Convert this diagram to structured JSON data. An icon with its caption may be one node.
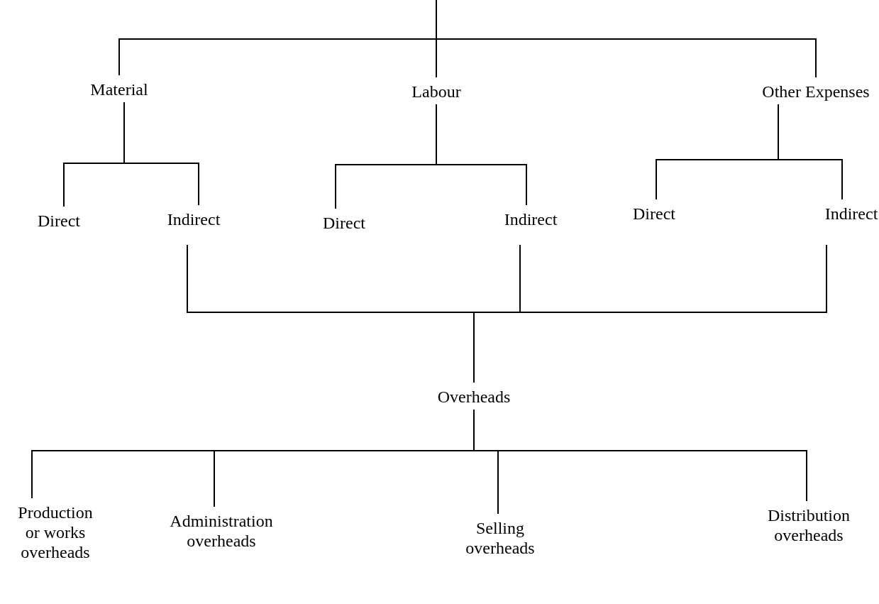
{
  "diagram": {
    "nodes": [
      {
        "text": [
          "Material"
        ]
      },
      {
        "text": [
          "Labour"
        ]
      },
      {
        "text": [
          "Other Expenses"
        ]
      },
      {
        "text": [
          "Direct"
        ]
      },
      {
        "text": [
          "Indirect"
        ]
      },
      {
        "text": [
          "Direct"
        ]
      },
      {
        "text": [
          "Indirect"
        ]
      },
      {
        "text": [
          "Direct"
        ]
      },
      {
        "text": [
          "Indirect"
        ]
      },
      {
        "text": [
          "Overheads"
        ]
      },
      {
        "text": [
          "Production or works overheads"
        ]
      },
      {
        "text": [
          "Administration overheads"
        ]
      },
      {
        "text": [
          "Selling overheads"
        ]
      },
      {
        "text": [
          "Distribution overheads"
        ]
      }
    ],
    "edges": [
      {
        "from": null,
        "to": 0,
        "arrow": "none"
      },
      {
        "from": null,
        "to": 1,
        "arrow": "none"
      },
      {
        "from": null,
        "to": 2,
        "arrow": "none"
      },
      {
        "from": 0,
        "to": 3,
        "arrow": "none"
      },
      {
        "from": 0,
        "to": 4,
        "arrow": "none"
      },
      {
        "from": 1,
        "to": 5,
        "arrow": "none"
      },
      {
        "from": 1,
        "to": 6,
        "arrow": "none"
      },
      {
        "from": 2,
        "to": 7,
        "arrow": "none"
      },
      {
        "from": 2,
        "to": 8,
        "arrow": "none"
      },
      {
        "from": 4,
        "to": 9,
        "arrow": "none"
      },
      {
        "from": 6,
        "to": 9,
        "arrow": "none"
      },
      {
        "from": 8,
        "to": 9,
        "arrow": "none"
      },
      {
        "from": 9,
        "to": 10,
        "arrow": "none"
      },
      {
        "from": 9,
        "to": 11,
        "arrow": "none"
      },
      {
        "from": 9,
        "to": 12,
        "arrow": "none"
      },
      {
        "from": 9,
        "to": 13,
        "arrow": "none"
      }
    ]
  }
}
